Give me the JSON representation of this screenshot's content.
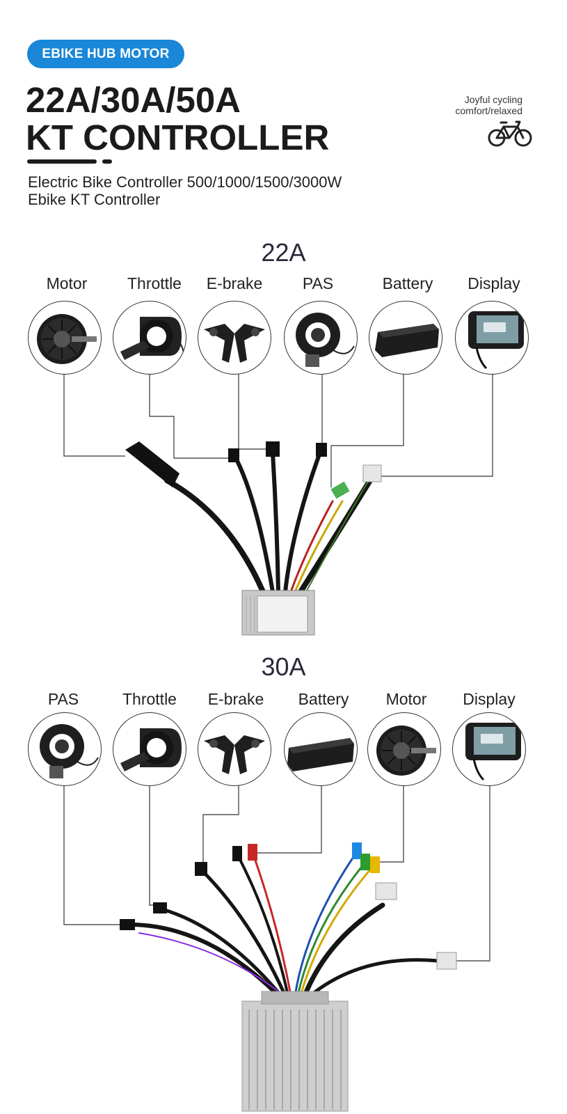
{
  "badge": "EBIKE HUB MOTOR",
  "title": {
    "line1": "22A/30A/50A",
    "line2": "KT CONTROLLER"
  },
  "subtitle": {
    "line1": "Electric Bike Controller 500/1000/1500/3000W",
    "line2": "Ebike KT Controller"
  },
  "tagline": {
    "line1": "Joyful cycling",
    "line2": "comfort/relaxed"
  },
  "icons": {
    "bike": "bicycle-icon"
  },
  "colors": {
    "badge": "#1a87d8",
    "title": "#1b1b1b"
  },
  "sections": [
    {
      "title": "22A",
      "components": [
        "Motor",
        "Throttle",
        "E-brake",
        "PAS",
        "Battery",
        "Display"
      ]
    },
    {
      "title": "30A",
      "components": [
        "PAS",
        "Throttle",
        "E-brake",
        "Battery",
        "Motor",
        "Display"
      ]
    }
  ]
}
